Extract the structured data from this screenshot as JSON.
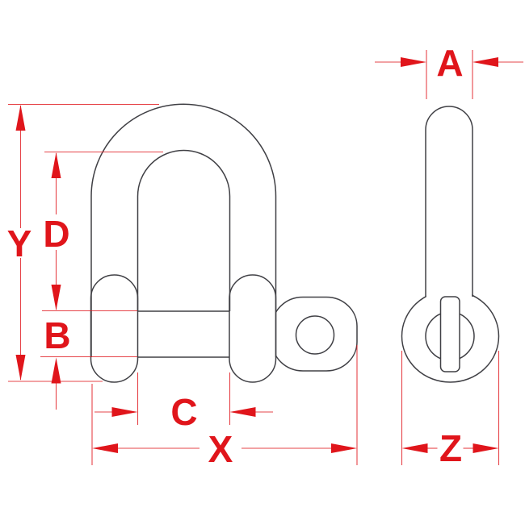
{
  "drawing": {
    "background_color": "#ffffff",
    "outline_color": "#404045",
    "dimension_color": "#e0151b",
    "views": {
      "front_view": {
        "name": "shackle-front-view"
      },
      "side_view": {
        "name": "shackle-side-view"
      }
    },
    "dimensions": {
      "y": {
        "label": "Y"
      },
      "d": {
        "label": "D"
      },
      "b": {
        "label": "B"
      },
      "c": {
        "label": "C"
      },
      "x": {
        "label": "X"
      },
      "a": {
        "label": "A"
      },
      "z": {
        "label": "Z"
      }
    }
  }
}
